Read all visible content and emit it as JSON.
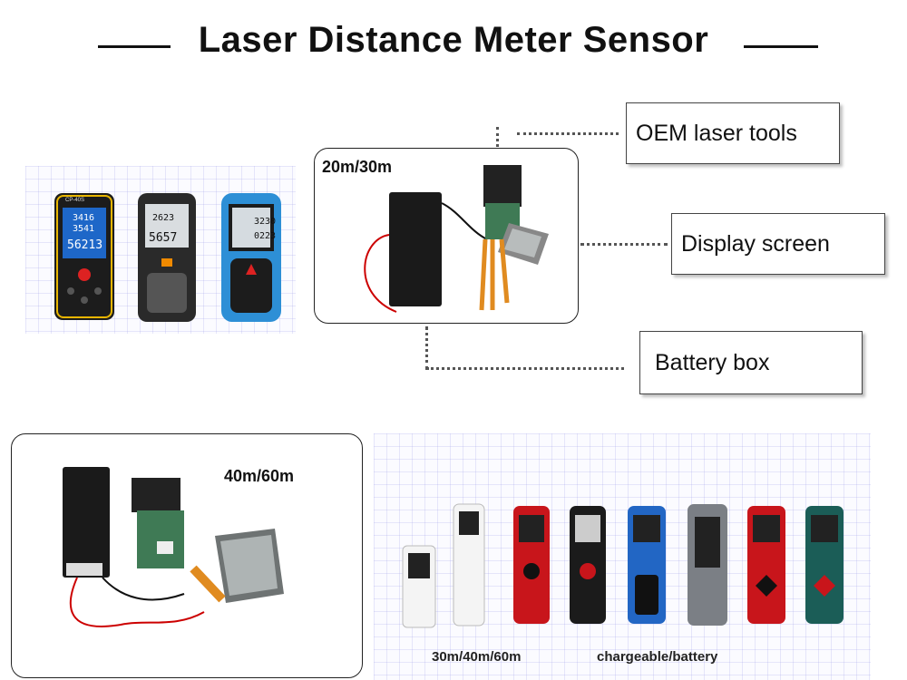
{
  "header": {
    "title": "Laser Distance Meter Sensor"
  },
  "callouts": {
    "oem": "OEM laser tools",
    "display": "Display screen",
    "battery": "Battery box"
  },
  "modules": {
    "small_label": "20m/30m",
    "large_label": "40m/60m"
  },
  "captions": {
    "range": "30m/40m/60m",
    "power": "chargeable/battery"
  },
  "device_readouts": {
    "top_left_model": "CP-40S",
    "top_left_values": [
      "3416",
      "3541",
      "56213"
    ],
    "top_mid_values": [
      "2623",
      "5657"
    ],
    "top_right_values": [
      "3230",
      "0223"
    ]
  }
}
